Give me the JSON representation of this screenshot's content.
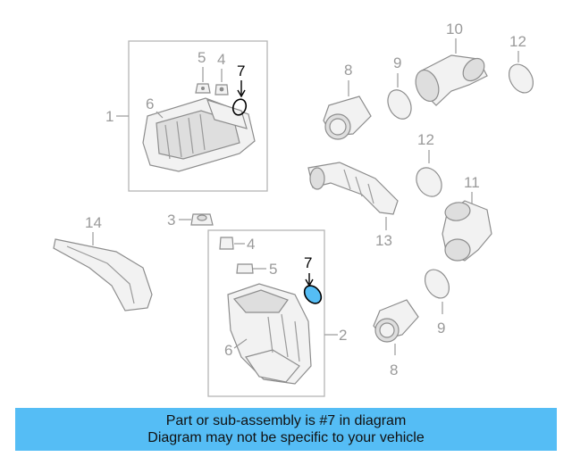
{
  "callouts": {
    "c1": "1",
    "c2": "2",
    "c3": "3",
    "c4a": "4",
    "c4b": "4",
    "c5a": "5",
    "c5b": "5",
    "c6a": "6",
    "c6b": "6",
    "c7a": "7",
    "c7b": "7",
    "c8a": "8",
    "c8b": "8",
    "c9a": "9",
    "c9b": "9",
    "c10": "10",
    "c11": "11",
    "c12a": "12",
    "c12b": "12",
    "c13": "13",
    "c14": "14"
  },
  "highlight_color": "#55bdf5",
  "banner": {
    "line1": "Part or sub-assembly is #7 in diagram",
    "line2": "Diagram may not be specific to your vehicle"
  }
}
